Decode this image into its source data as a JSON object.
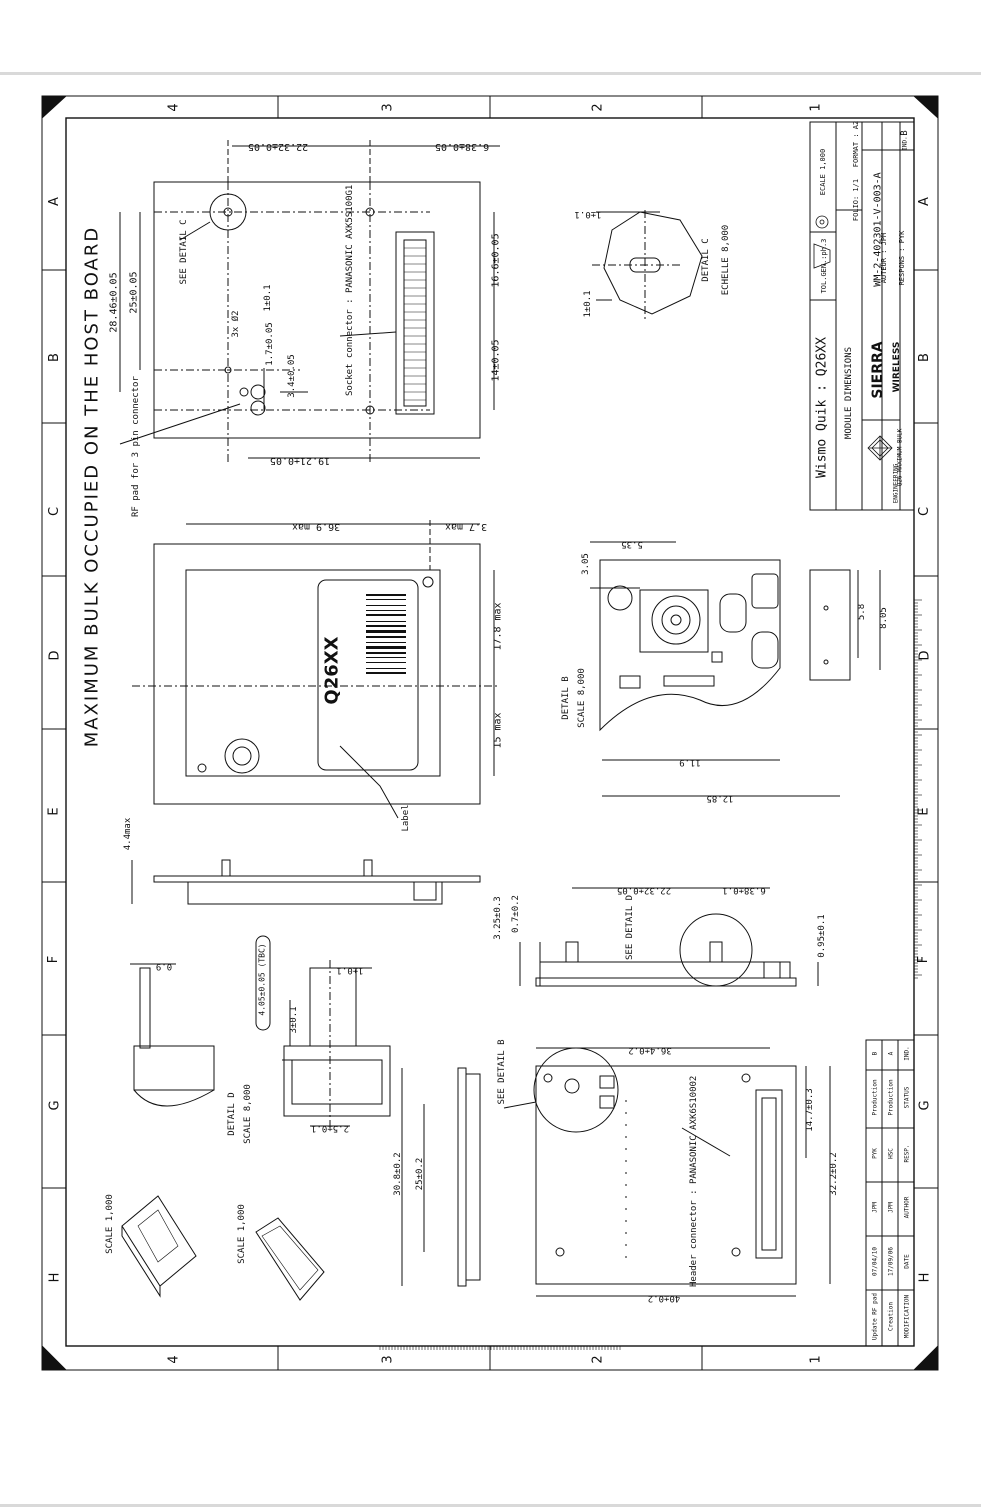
{
  "page": {
    "title_big": "MAXIMUM BULK OCCUPIED ON THE HOST BOARD"
  },
  "zones": {
    "rows": [
      "A",
      "B",
      "C",
      "D",
      "E",
      "F",
      "G",
      "H"
    ],
    "cols": [
      "4",
      "3",
      "2",
      "1"
    ]
  },
  "title_block": {
    "product": "Wismo Quik : Q26XX",
    "subtitle": "MODULE DIMENSIONS",
    "doc_number": "WM-2-402301-V-003-A",
    "scale": "ECALE 1,000",
    "format": "FORMAT : A2",
    "folio": "FOLIO: 1/1",
    "tolerance": "TOL.GEN.:ph.3",
    "author": "AUTEUR : JPM",
    "checker": "RESPONS : PYK",
    "rev": "B",
    "rev_label": "IND.",
    "company_line1": "SIERRA",
    "company_line2": "WIRELESS",
    "file": "Q26 MAXIMUM BULK",
    "engineering": "ENGINEERING"
  },
  "revision_table": {
    "rows": [
      [
        "Update RF pad",
        "07/04/10",
        "JPM",
        "PYK",
        "Production",
        "B"
      ],
      [
        "Creation",
        "17/09/06",
        "JPM",
        "HSC",
        "Production",
        "A"
      ],
      [
        "MODIFICATION",
        "DATE",
        "AUTHOR",
        "RESP.",
        "STATUS",
        "IND."
      ]
    ]
  },
  "top_view": {
    "dims": [
      "22.32±0.05",
      "6.38±0.05",
      "28.46±0.05",
      "25±0.05",
      "16.6±0.05",
      "14±0.05",
      "19.21±0.05",
      "3x Ø2",
      "1.7±0.05",
      "3.4±0.05",
      "1±0.1"
    ],
    "notes": [
      "SEE DETAIL C",
      "Socket connector : PANASONIC AXK5S100G1",
      "RF pad for 3 pin connector"
    ]
  },
  "detail_c": {
    "title": "DETAIL C",
    "scale": "ECHELLE 8,000",
    "dims": [
      "1±0.1",
      "1±0.1"
    ]
  },
  "front_view": {
    "dims": [
      "36.9 max",
      "3.7 max",
      "17.8 max",
      "15 max"
    ],
    "label_text": "Q26XX",
    "callout": "Label"
  },
  "detail_b": {
    "title": "DETAIL B",
    "scale": "SCALE 8,000",
    "dims": [
      "3.05",
      "5.35",
      "5.8",
      "8.05",
      "11.9",
      "12.85"
    ]
  },
  "side_view": {
    "dims": [
      "4.4max"
    ]
  },
  "side_view_2": {
    "dims": [
      "3.25±0.3",
      "0.7±0.2",
      "22.32±0.05",
      "6.38±0.1",
      "0.95±0.1"
    ],
    "notes": [
      "SEE DETAIL D"
    ]
  },
  "detail_d": {
    "title": "DETAIL D",
    "scale": "SCALE 8,000",
    "dims": [
      "0.9",
      "4.05±0.05 (TBC)",
      "1±0.1",
      "3±0.1",
      "2.5±0.1"
    ]
  },
  "bottom_view": {
    "dims": [
      "36.4±0.2",
      "14.7±0.3",
      "32.2±0.2",
      "40±0.2",
      "30.8±0.2",
      "25±0.2"
    ],
    "notes": [
      "SEE DETAIL B",
      "Header connector : PANASONIC AXK6S10002"
    ]
  },
  "iso": {
    "scale_a": "SCALE 1,000",
    "scale_b": "SCALE 1,000"
  }
}
